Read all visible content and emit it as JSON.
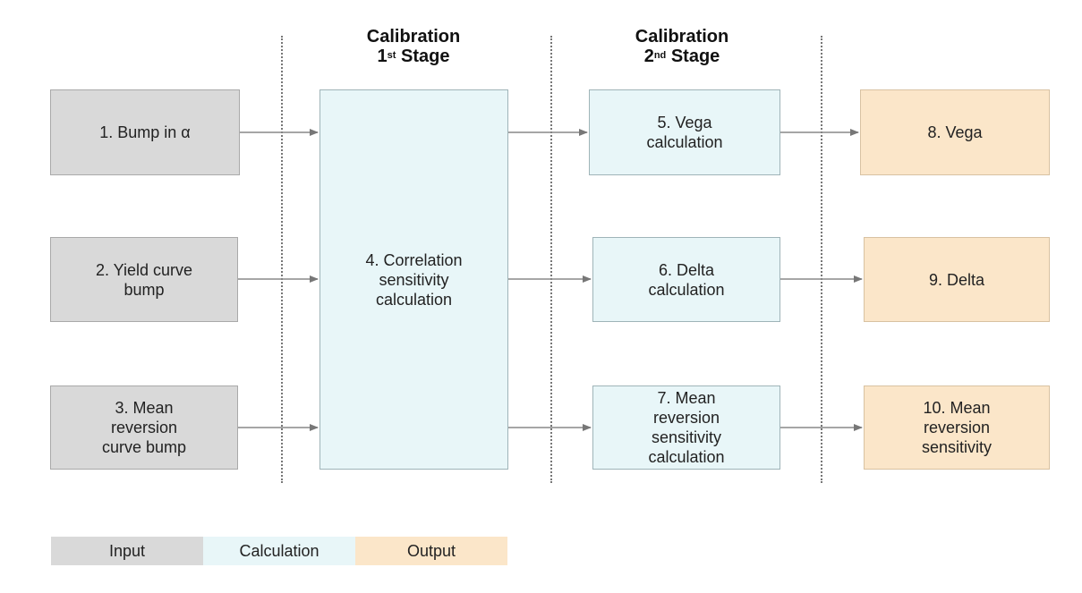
{
  "headers": {
    "stage1_line1": "Calibration",
    "stage1_num": "1",
    "stage1_sup": "st",
    "stage1_word": "Stage",
    "stage2_line1": "Calibration",
    "stage2_num": "2",
    "stage2_sup": "nd",
    "stage2_word": "Stage"
  },
  "inputs": [
    {
      "label": "1. Bump in α"
    },
    {
      "label": "2. Yield curve\nbump"
    },
    {
      "label": "3. Mean\nreversion\ncurve bump"
    }
  ],
  "correlation": {
    "label": "4. Correlation\nsensitivity\ncalculation"
  },
  "calculations": [
    {
      "label": "5. Vega\ncalculation"
    },
    {
      "label": "6. Delta\ncalculation"
    },
    {
      "label": "7. Mean\nreversion\nsensitivity\ncalculation"
    }
  ],
  "outputs": [
    {
      "label": "8. Vega"
    },
    {
      "label": "9. Delta"
    },
    {
      "label": "10. Mean\nreversion\nsensitivity"
    }
  ],
  "legend": {
    "input": {
      "label": "Input",
      "color": "#d9d9d9"
    },
    "calculation": {
      "label": "Calculation",
      "color": "#e8f6f8"
    },
    "output": {
      "label": "Output",
      "color": "#fbe6c9"
    }
  },
  "colors": {
    "input": "#d9d9d9",
    "calculation": "#e8f6f8",
    "output": "#fbe6c9",
    "arrow": "#777777"
  }
}
